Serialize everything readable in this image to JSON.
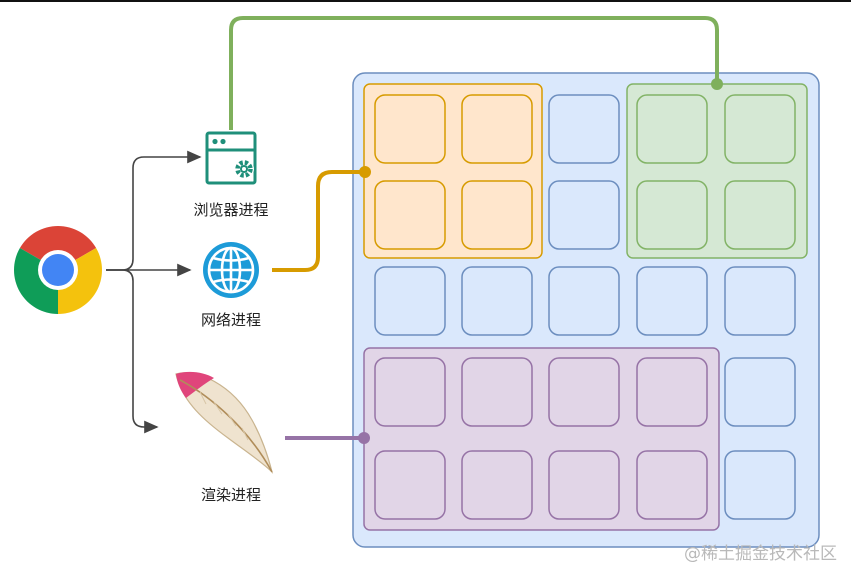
{
  "labels": {
    "browser_process": "浏览器进程",
    "network_process": "网络进程",
    "renderer_process": "渲染进程"
  },
  "watermark": "@稀土掘金技术社区",
  "colors": {
    "main_fill": "#dae8fc",
    "main_stroke": "#6c8ebf",
    "browser_fill": "#d5e8d4",
    "browser_stroke": "#82b366",
    "browser_line": "#7fb05c",
    "network_fill": "#ffe6cc",
    "network_stroke": "#d79b00",
    "renderer_fill": "#e1d5e7",
    "renderer_stroke": "#9673a6",
    "arrow": "#444444"
  },
  "icons": {
    "chrome": "chrome-logo-icon",
    "browser": "browser-window-gear-icon",
    "network": "globe-icon",
    "renderer": "feather-icon"
  }
}
